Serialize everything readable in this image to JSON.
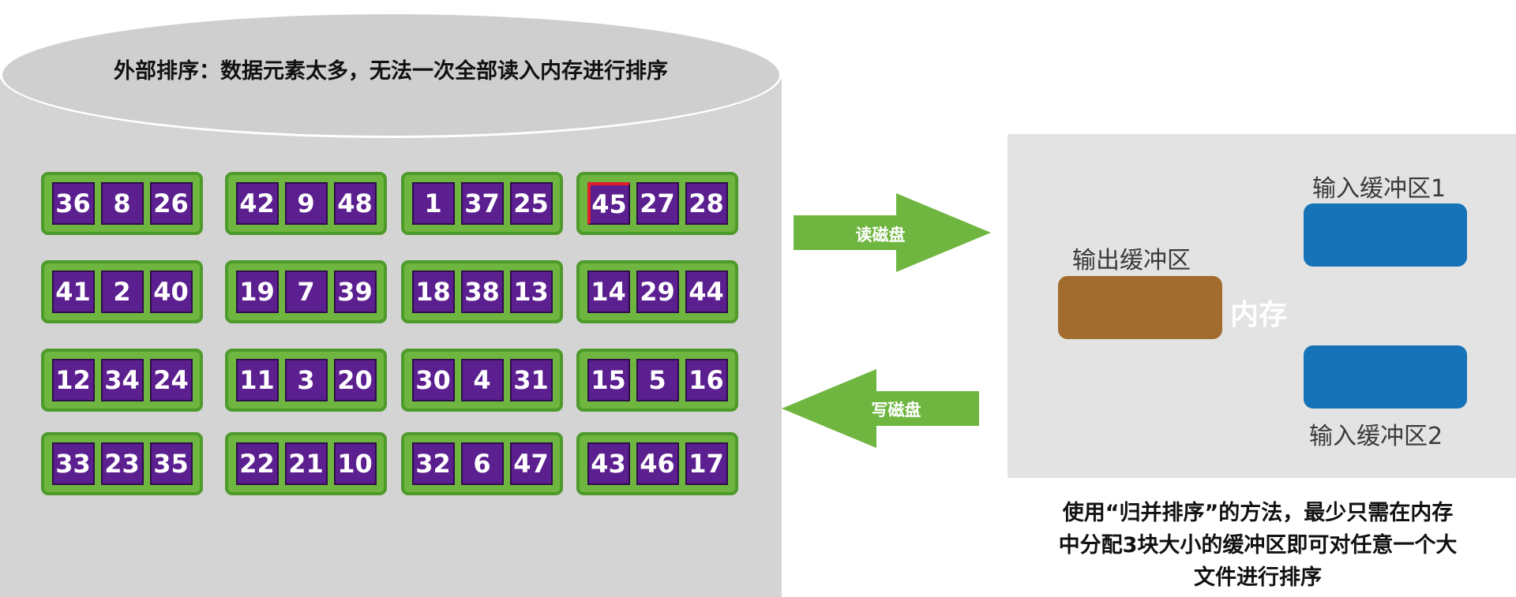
{
  "disk": {
    "title": "外部排序：数据元素太多，无法一次全部读入内存进行排序",
    "blocks": [
      [
        36,
        8,
        26
      ],
      [
        42,
        9,
        48
      ],
      [
        1,
        37,
        25
      ],
      [
        45,
        27,
        28
      ],
      [
        41,
        2,
        40
      ],
      [
        19,
        7,
        39
      ],
      [
        18,
        38,
        13
      ],
      [
        14,
        29,
        44
      ],
      [
        12,
        34,
        24
      ],
      [
        11,
        3,
        20
      ],
      [
        30,
        4,
        31
      ],
      [
        15,
        5,
        16
      ],
      [
        33,
        23,
        35
      ],
      [
        22,
        21,
        10
      ],
      [
        32,
        6,
        47
      ],
      [
        43,
        46,
        17
      ]
    ],
    "colors": {
      "block": "#6fb640",
      "cell": "#5b1f8f",
      "disk": "#d4d4d4"
    }
  },
  "arrows": {
    "read_label": "读磁盘",
    "write_label": "写磁盘",
    "color": "#6fb640"
  },
  "memory": {
    "label": "内存",
    "output_buffer_label": "输出缓冲区",
    "input_buffer_1_label": "输入缓冲区1",
    "input_buffer_2_label": "输入缓冲区2",
    "colors": {
      "output": "#a16c2e",
      "input": "#1673b8",
      "panel": "#e3e3e3"
    }
  },
  "caption": {
    "line1": "使用“归并排序”的方法，最少只需在内存",
    "line2": "中分配3块大小的缓冲区即可对任意一个大",
    "line3": "文件进行排序"
  }
}
